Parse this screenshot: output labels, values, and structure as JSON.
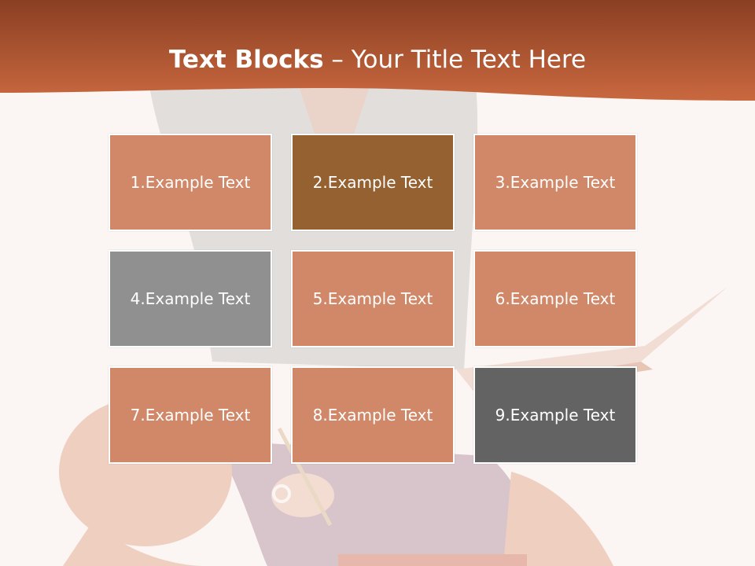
{
  "title": {
    "bold": "Text Blocks",
    "separator": " – ",
    "rest": "Your Title Text Here"
  },
  "colors": {
    "header_dark": "#8a3f22",
    "header_light": "#c9683f",
    "block_default": "#d08868",
    "block_brown": "#966131",
    "block_gray": "#909090",
    "block_darkgray": "#636363",
    "background": "#fbf6f3"
  },
  "blocks": [
    {
      "label": "1.Example Text",
      "color": "#d08868"
    },
    {
      "label": "2.Example Text",
      "color": "#966131"
    },
    {
      "label": "3.Example Text",
      "color": "#d08868"
    },
    {
      "label": "4.Example Text",
      "color": "#909090"
    },
    {
      "label": "5.Example Text",
      "color": "#d08868"
    },
    {
      "label": "6.Example Text",
      "color": "#d08868"
    },
    {
      "label": "7.Example Text",
      "color": "#d08868"
    },
    {
      "label": "8.Example Text",
      "color": "#d08868"
    },
    {
      "label": "9.Example Text",
      "color": "#636363"
    }
  ]
}
